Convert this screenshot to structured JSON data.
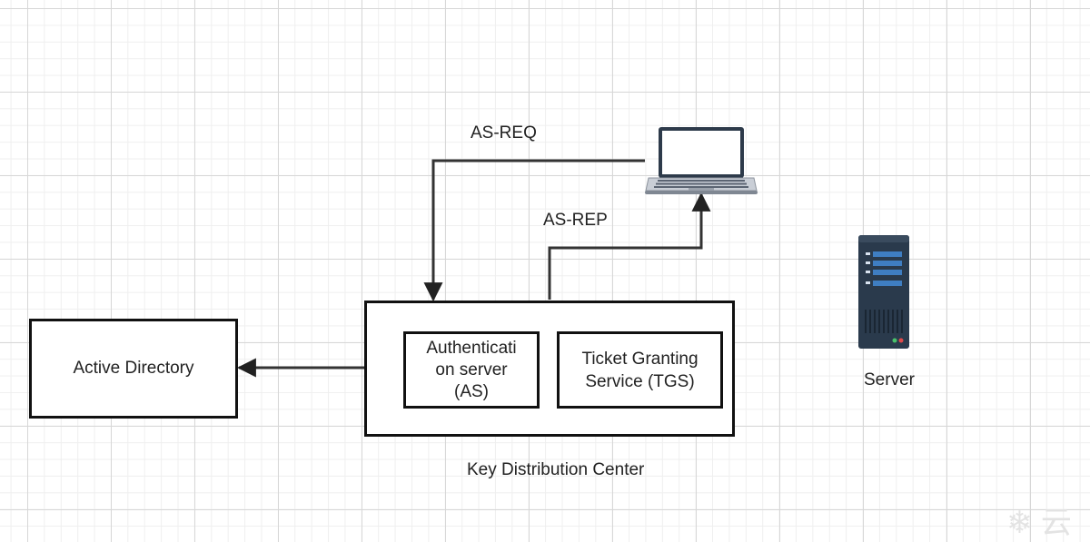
{
  "diagram": {
    "nodes": {
      "active_directory": "Active Directory",
      "kdc_caption": "Key Distribution Center",
      "as_line1": "Authenticati",
      "as_line2": "on server",
      "as_line3": "(AS)",
      "tgs_line1": "Ticket Granting",
      "tgs_line2": "Service (TGS)",
      "server": "Server"
    },
    "edges": {
      "as_req": "AS-REQ",
      "as_rep": "AS-REP"
    },
    "icons": [
      "laptop-icon",
      "server-icon"
    ],
    "watermark": "❄ 云"
  }
}
